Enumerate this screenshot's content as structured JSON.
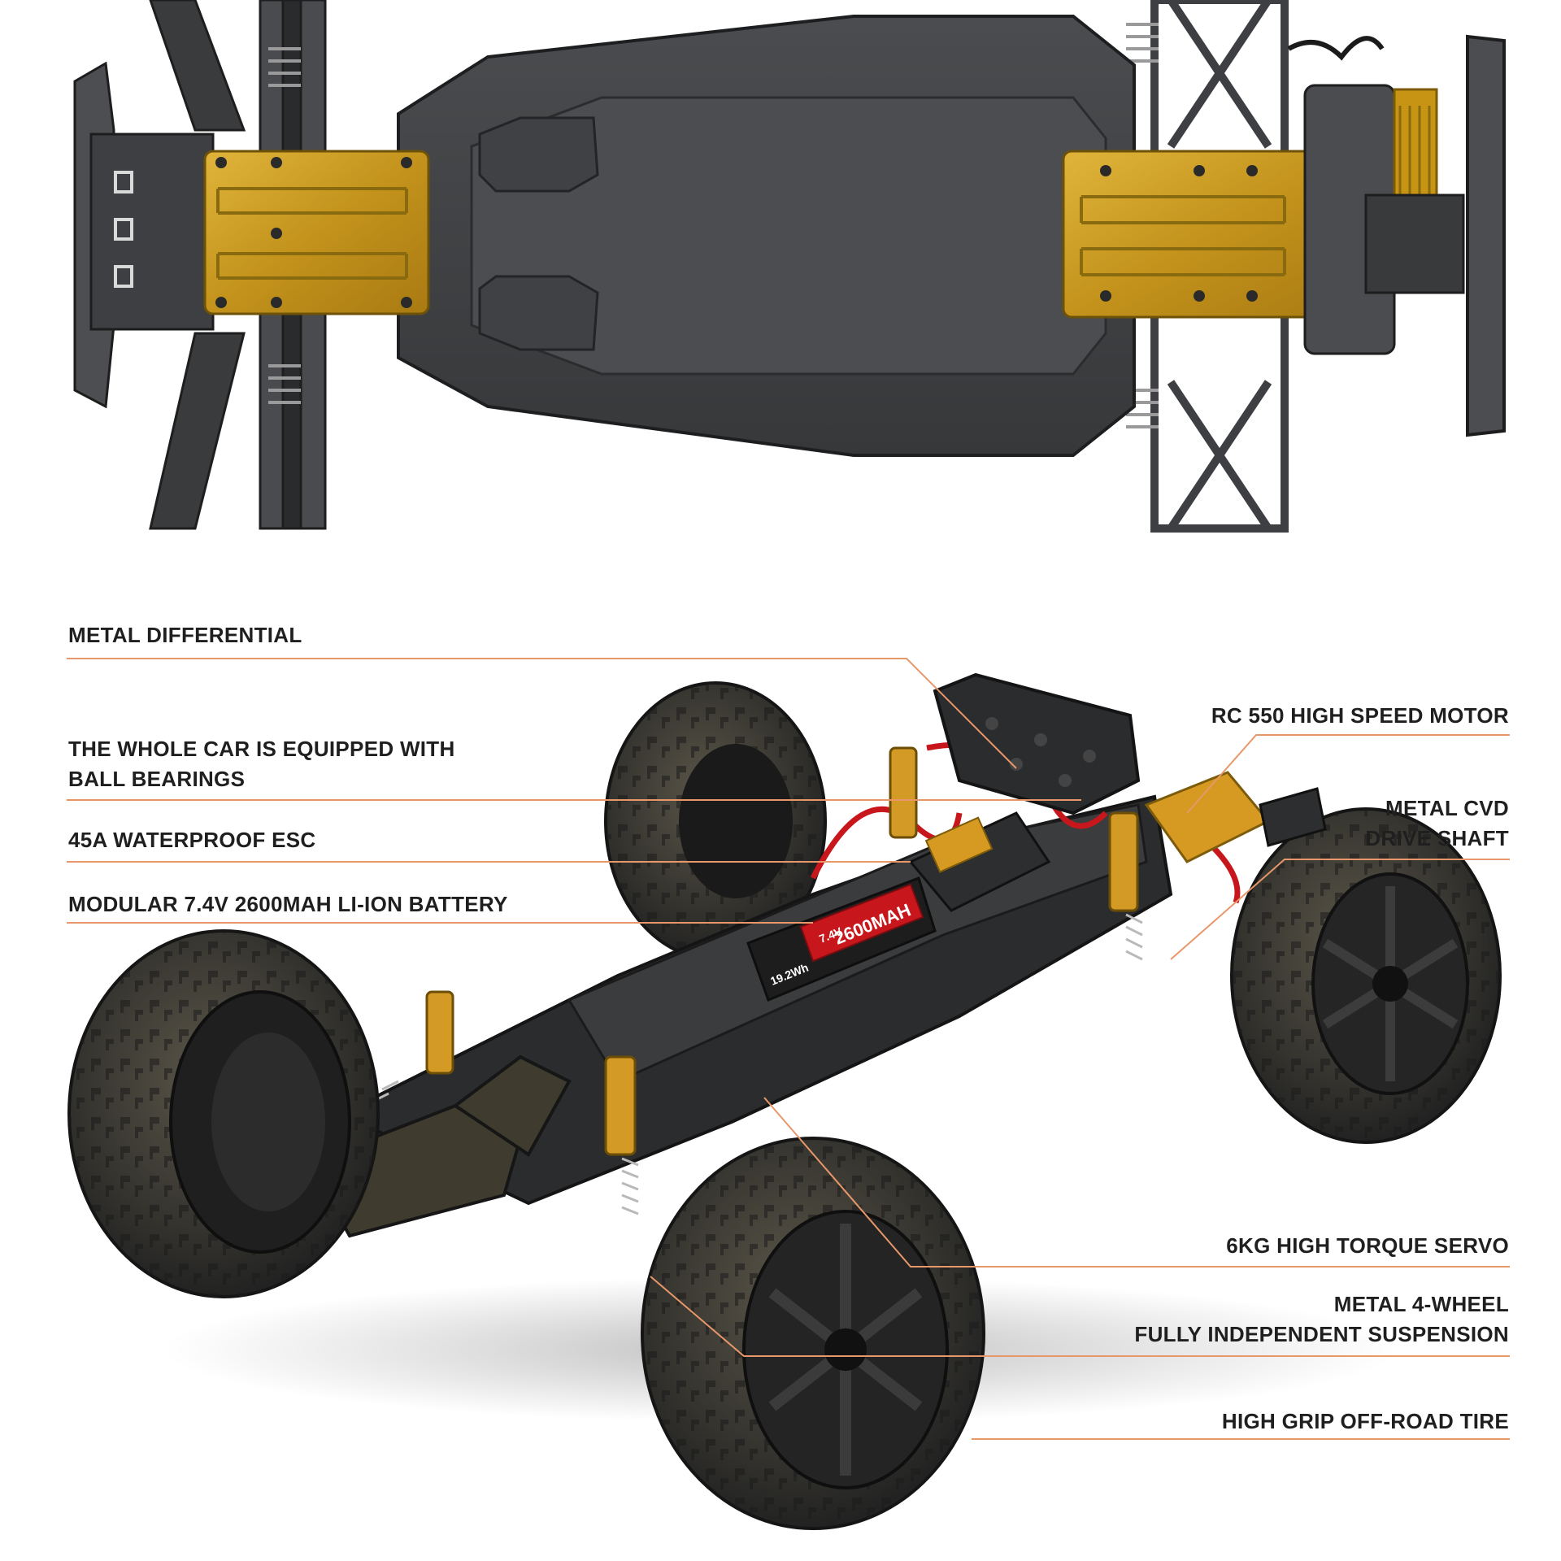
{
  "colors": {
    "background": "#ffffff",
    "leader_line": "#e8976a",
    "label_text": "#1f1f1f",
    "chassis_dark": "#3b3c3e",
    "chassis_mid": "#55575a",
    "skid_plate_gold": "#c99a1e",
    "battery_red": "#c8171c",
    "tire_dark": "#2e2e2e"
  },
  "callouts": {
    "metal_differential": [
      "METAL DIFFERENTIAL"
    ],
    "ball_bearings": [
      "THE WHOLE CAR IS EQUIPPED WITH",
      "BALL BEARINGS"
    ],
    "esc": [
      "45A WATERPROOF ESC"
    ],
    "battery": [
      "MODULAR 7.4V 2600MAH LI-ION BATTERY"
    ],
    "motor": [
      "RC 550 HIGH SPEED MOTOR"
    ],
    "cvd_shaft": [
      "METAL CVD",
      "DRIVE SHAFT"
    ],
    "servo": [
      "6KG HIGH  TORQUE SERVO"
    ],
    "suspension": [
      "METAL 4-WHEEL",
      "FULLY INDEPENDENT SUSPENSION"
    ],
    "tire": [
      "HIGH GRIP OFF-ROAD TIRE"
    ]
  },
  "battery_label": {
    "voltage": "7.4V",
    "capacity": "2600MAH",
    "energy": "19.2Wh"
  },
  "icons": [
    "chassis-bottom-view",
    "rc-truck-illustration"
  ]
}
